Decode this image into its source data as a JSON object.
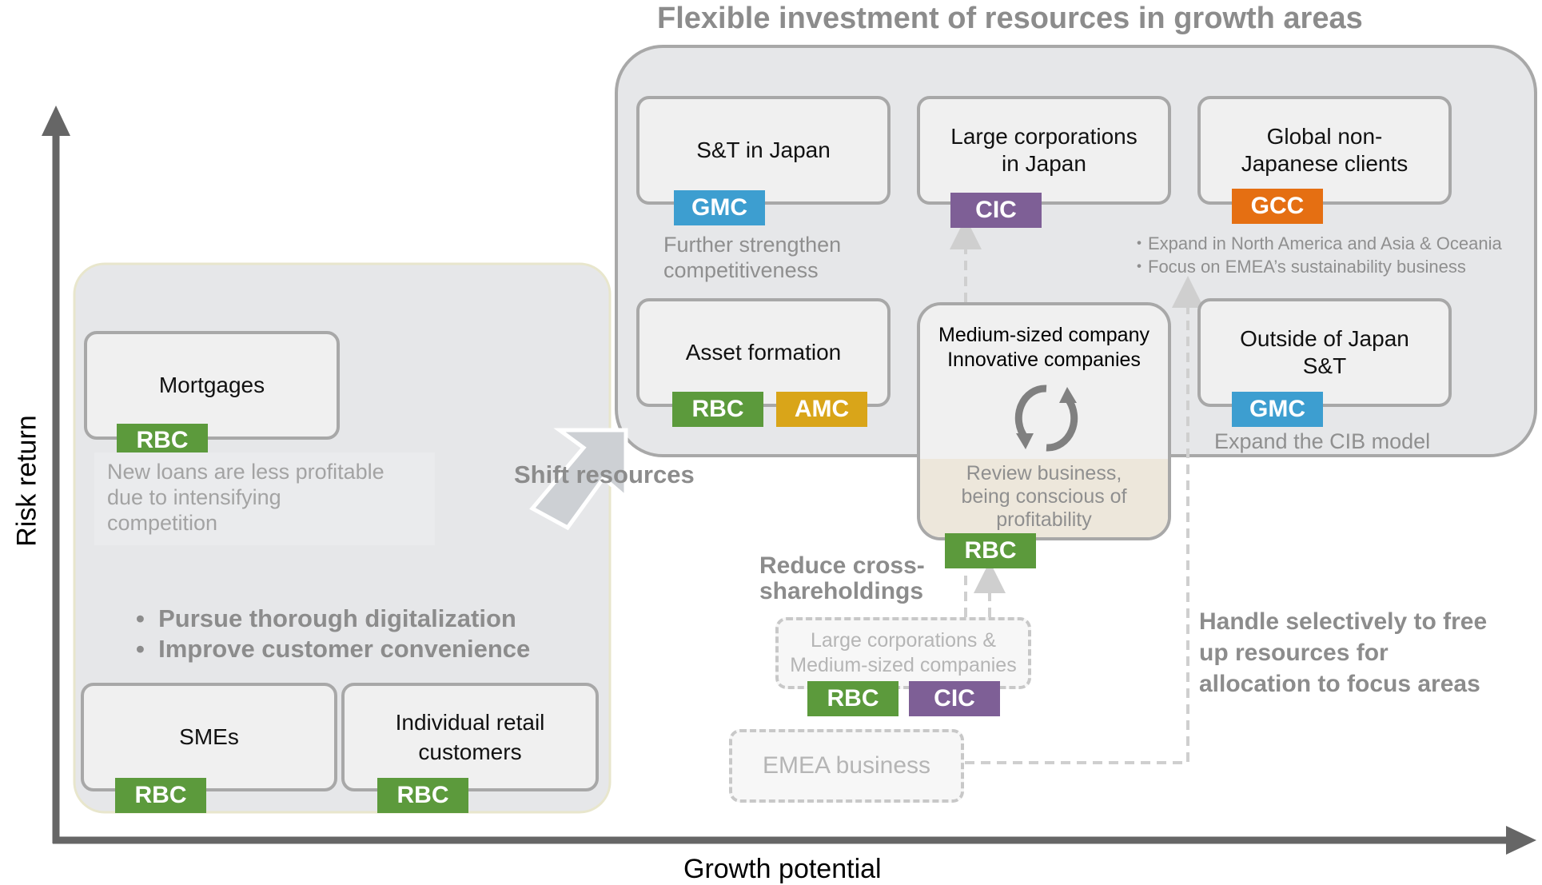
{
  "title": "Flexible investment of resources in growth areas",
  "axes": {
    "y_label": "Risk return",
    "x_label": "Growth potential"
  },
  "left_panel": {
    "mortgages": {
      "label": "Mortgages",
      "tag": "RBC",
      "note": [
        "New loans are less profitable",
        "due to intensifying",
        "competition"
      ]
    },
    "bullets": [
      "Pursue thorough digitalization",
      "Improve customer convenience"
    ],
    "smes": {
      "label": "SMEs",
      "tag": "RBC"
    },
    "individual": {
      "label": [
        "Individual retail",
        "customers"
      ],
      "tag": "RBC"
    }
  },
  "shift_label": "Shift resources",
  "growth_panel": {
    "st_japan": {
      "label": "S&T in Japan",
      "tag": "GMC",
      "note": [
        "Further strengthen",
        "competitiveness"
      ]
    },
    "large_corp": {
      "label": [
        "Large corporations",
        "in Japan"
      ],
      "tag": "CIC"
    },
    "global": {
      "label": [
        "Global non-",
        "Japanese clients"
      ],
      "tag": "GCC",
      "notes": [
        "・Expand in North America and Asia & Oceania",
        "・Focus on EMEA’s sustainability business"
      ]
    },
    "asset": {
      "label": "Asset formation",
      "tags": [
        "RBC",
        "AMC"
      ]
    },
    "medium": {
      "label": [
        "Medium-sized company",
        "Innovative companies"
      ],
      "review": [
        "Review business,",
        "being conscious of",
        "profitability"
      ],
      "tag": "RBC"
    },
    "outside": {
      "label": [
        "Outside of Japan",
        "S&T"
      ],
      "tag": "GMC",
      "note": "Expand the CIB model"
    }
  },
  "reduce": {
    "label": [
      "Reduce cross-",
      "shareholdings"
    ],
    "box": [
      "Large corporations &",
      "Medium-sized companies"
    ],
    "tags": [
      "RBC",
      "CIC"
    ]
  },
  "emea": "EMEA business",
  "handle": [
    "Handle selectively to free",
    "up resources for",
    "allocation to focus areas"
  ],
  "colors": {
    "rbc": "#5c9a3c",
    "gmc": "#3d9ed0",
    "cic": "#7e5f96",
    "gcc": "#e56f12",
    "amc": "#d9a519",
    "axis": "#666666",
    "panel": "#e6e7e9",
    "review": "#ede7db"
  }
}
